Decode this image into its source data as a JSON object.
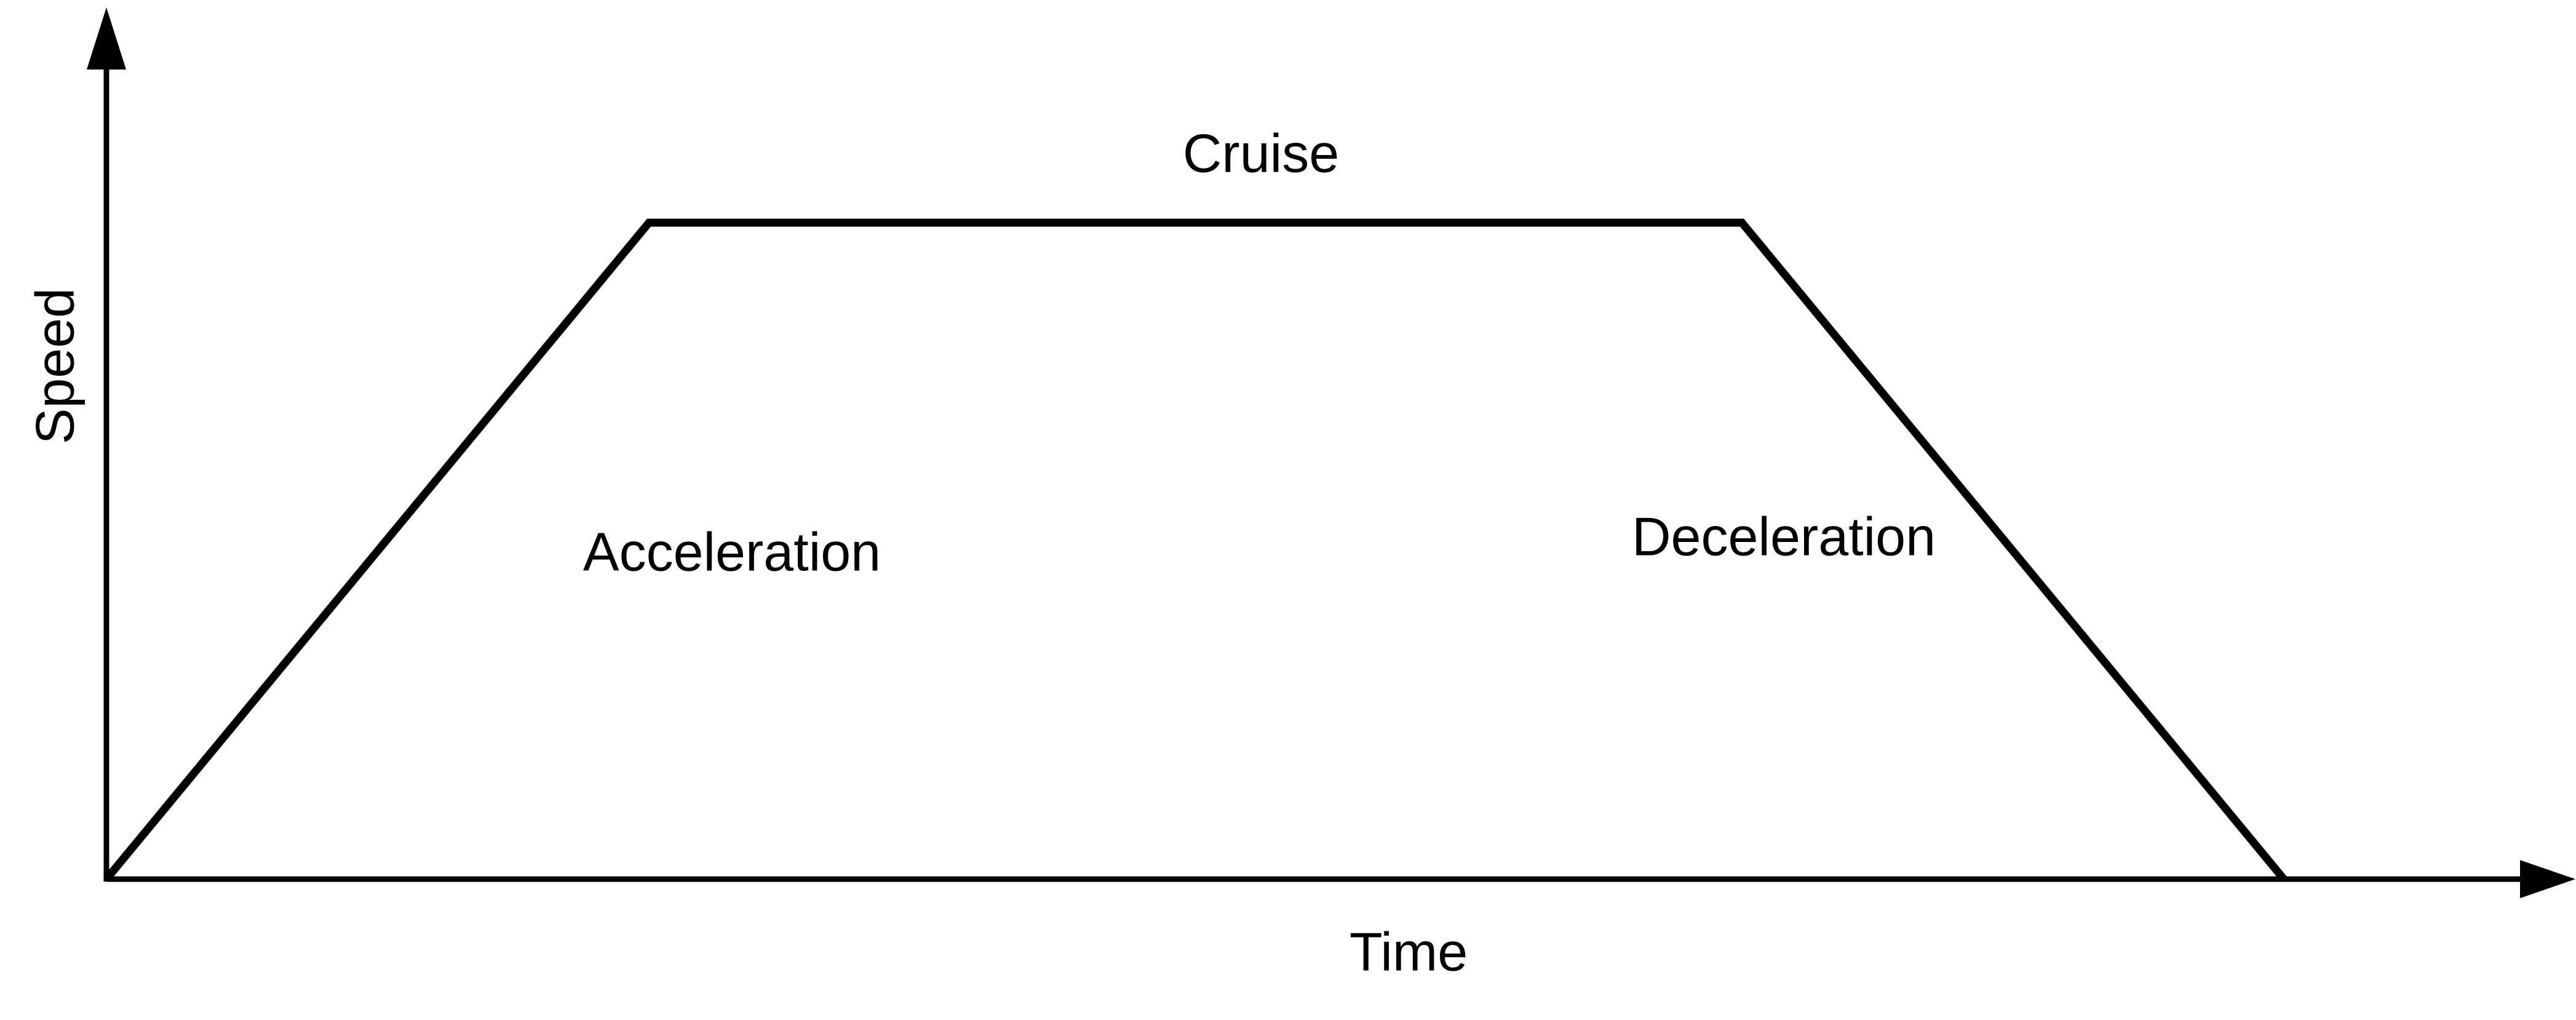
{
  "figure": {
    "background_color": "#ffffff",
    "line_color": "#000000",
    "text_color": "#000000"
  },
  "labels": {
    "y_axis": "Speed",
    "x_axis": "Time",
    "phase_acceleration": "Acceleration",
    "phase_cruise": "Cruise",
    "phase_deceleration": "Deceleration"
  },
  "chart_data": {
    "type": "line",
    "title": "",
    "xlabel": "Time",
    "ylabel": "Speed",
    "axes_numeric": false,
    "grid": false,
    "legend": false,
    "series": [
      {
        "name": "speed-profile",
        "x_norm": [
          0,
          0.249,
          0.751,
          1.0
        ],
        "y_norm": [
          0,
          1,
          1,
          0
        ]
      }
    ],
    "annotations": [
      {
        "text": "Acceleration",
        "segment": "rising-slope",
        "position": "below-left-of-rising-segment"
      },
      {
        "text": "Cruise",
        "segment": "plateau",
        "position": "above-plateau"
      },
      {
        "text": "Deceleration",
        "segment": "falling-slope",
        "position": "left-of-falling-segment"
      }
    ]
  }
}
